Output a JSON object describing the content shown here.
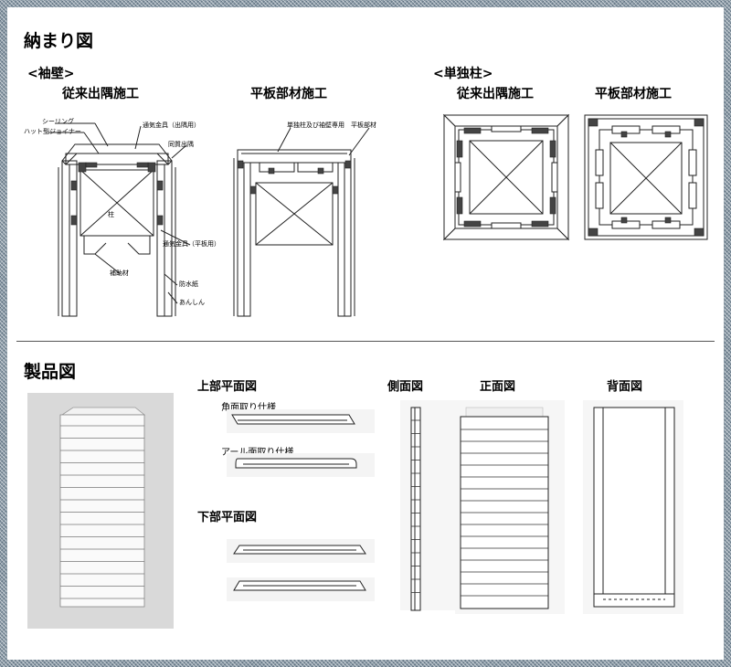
{
  "colors": {
    "frame": "#8a9aa6",
    "panel": "#ffffff",
    "product_bg": "#d9d9d9",
    "line": "#222222"
  },
  "section_install": {
    "title": "納まり図",
    "wall": {
      "heading": "<袖壁>",
      "conventional_title": "従来出隅施工",
      "flat_title": "平板部材施工",
      "labels": {
        "sealing": "シーリング",
        "hat_joiner": "ハット型ジョイナー",
        "vent_corner": "通気金具（出隅用）",
        "corner_piece": "同質出隅",
        "pillar": "柱",
        "vent_flat": "通気金具（平板用）",
        "furring": "補助材",
        "waterproof": "防水紙",
        "anshin": "あんしん",
        "flat_note": "単独柱及び袖壁専用　平板部材"
      }
    },
    "column": {
      "heading": "<単独柱>",
      "conventional_title": "従来出隅施工",
      "flat_title": "平板部材施工"
    }
  },
  "section_product": {
    "title": "製品図",
    "top_plan": {
      "title": "上部平面図",
      "corner_chamfer": "角面取り仕様",
      "round_chamfer": "アール面取り仕様"
    },
    "bottom_plan": {
      "title": "下部平面図"
    },
    "side_view": "側面図",
    "front_view": "正面図",
    "back_view": "背面図"
  }
}
